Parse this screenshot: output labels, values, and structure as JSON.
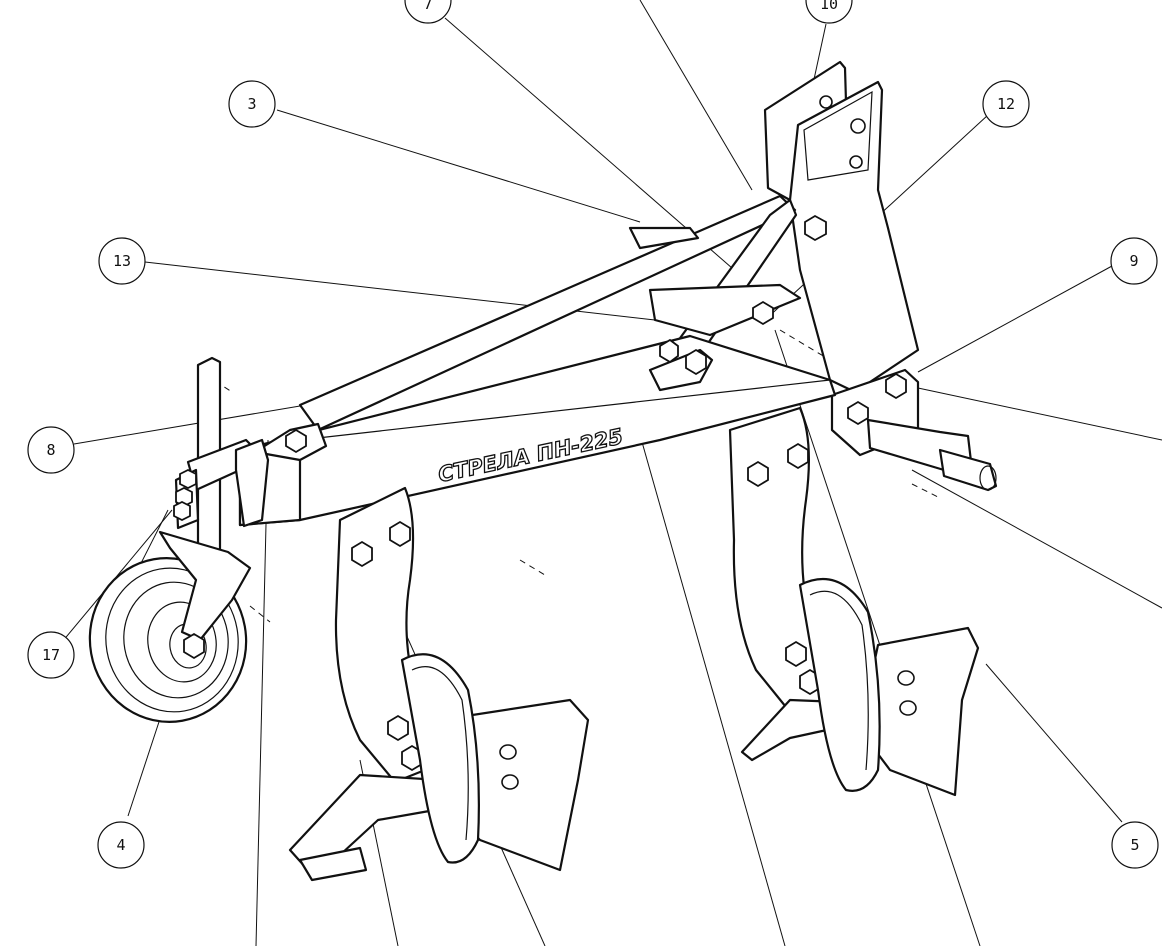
{
  "frame_label": "СТРЕЛА ПН-225",
  "callouts": [
    {
      "id": "c3",
      "label": "3"
    },
    {
      "id": "c7",
      "label": "7"
    },
    {
      "id": "c10",
      "label": "10"
    },
    {
      "id": "c12",
      "label": "12"
    },
    {
      "id": "c13",
      "label": "13"
    },
    {
      "id": "c9",
      "label": "9"
    },
    {
      "id": "c8",
      "label": "8"
    },
    {
      "id": "c17",
      "label": "17"
    },
    {
      "id": "c4",
      "label": "4"
    },
    {
      "id": "c5",
      "label": "5"
    }
  ]
}
